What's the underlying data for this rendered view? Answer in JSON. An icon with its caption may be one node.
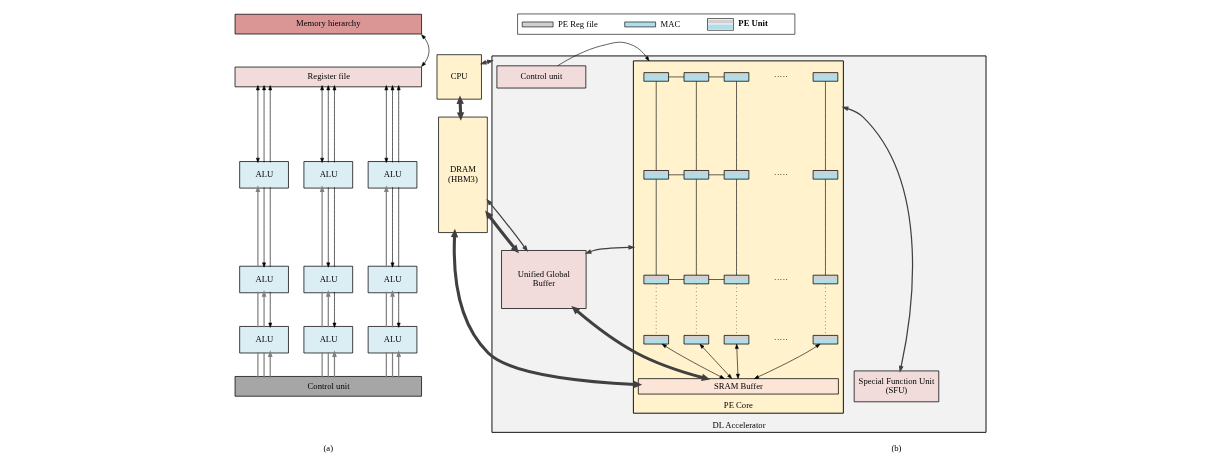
{
  "diagram": {
    "nodes": [
      {
        "text": [
          "Memory hierarchy"
        ]
      },
      {
        "text": [
          "Register file"
        ]
      },
      {
        "text": [
          "ALU"
        ]
      },
      {
        "text": [
          "ALU"
        ]
      },
      {
        "text": [
          "ALU"
        ]
      },
      {
        "text": [
          "ALU"
        ]
      },
      {
        "text": [
          "ALU"
        ]
      },
      {
        "text": [
          "ALU"
        ]
      },
      {
        "text": [
          "ALU"
        ]
      },
      {
        "text": [
          "ALU"
        ]
      },
      {
        "text": [
          "ALU"
        ]
      },
      {
        "text": [
          "Control unit"
        ]
      },
      {
        "text": [
          "CPU"
        ]
      },
      {
        "text": [
          "DRAM (HBM3)"
        ]
      },
      {
        "text": [
          "DL Accelerator"
        ]
      },
      {
        "text": [
          "Control unit"
        ],
        "in": 14
      },
      {
        "text": [
          "Unified Global Buffer"
        ],
        "in": 14
      },
      {
        "text": [
          "Special Function Unit (SFU)"
        ],
        "in": 14
      },
      {
        "text": [
          "PE Core"
        ],
        "in": 14
      },
      {
        "text": [],
        "shape": "box",
        "in": 18
      },
      {
        "text": [],
        "shape": "box",
        "in": 18
      },
      {
        "text": [],
        "shape": "box",
        "in": 18
      },
      {
        "text": [],
        "shape": "box",
        "in": 18
      },
      {
        "text": [],
        "shape": "box",
        "in": 18
      },
      {
        "text": [],
        "shape": "box",
        "in": 18
      },
      {
        "text": [],
        "shape": "box",
        "in": 18
      },
      {
        "text": [],
        "shape": "box",
        "in": 18
      },
      {
        "text": [],
        "shape": "box",
        "in": 18
      },
      {
        "text": [],
        "shape": "box",
        "in": 18
      },
      {
        "text": [],
        "shape": "box",
        "in": 18
      },
      {
        "text": [],
        "shape": "box",
        "in": 18
      },
      {
        "text": [],
        "shape": "box",
        "in": 18
      },
      {
        "text": [],
        "shape": "box",
        "in": 18
      },
      {
        "text": [],
        "shape": "box",
        "in": 18
      },
      {
        "text": [],
        "shape": "box",
        "in": 18
      },
      {
        "text": [
          "SRAM Buffer"
        ],
        "in": 18
      }
    ],
    "edges": [
      {
        "from": 0,
        "to": 1,
        "arrow": "both"
      },
      {
        "from": 2,
        "to": 1,
        "arrow": "both"
      },
      {
        "from": 2,
        "to": 1,
        "arrow": "to"
      },
      {
        "from": 2,
        "to": 1,
        "arrow": "to"
      },
      {
        "from": 5,
        "to": 2,
        "arrow": "to",
        "color": "#808080"
      },
      {
        "from": 2,
        "to": 5,
        "arrow": "to"
      },
      {
        "from": 2,
        "to": 5,
        "arrow": "none"
      },
      {
        "from": 5,
        "to": 8,
        "arrow": "none",
        "color": "#808080"
      },
      {
        "from": 8,
        "to": 5,
        "arrow": "to",
        "color": "#808080"
      },
      {
        "from": 5,
        "to": 8,
        "arrow": "to"
      },
      {
        "from": 11,
        "to": 8,
        "arrow": "none",
        "color": "#808080"
      },
      {
        "from": 11,
        "to": 8,
        "arrow": "none",
        "color": "#808080"
      },
      {
        "from": 11,
        "to": 8,
        "arrow": "to",
        "color": "#808080"
      },
      {
        "from": 3,
        "to": 1,
        "arrow": "both"
      },
      {
        "from": 3,
        "to": 1,
        "arrow": "to"
      },
      {
        "from": 3,
        "to": 1,
        "arrow": "to"
      },
      {
        "from": 6,
        "to": 3,
        "arrow": "to",
        "color": "#808080"
      },
      {
        "from": 3,
        "to": 6,
        "arrow": "to"
      },
      {
        "from": 3,
        "to": 6,
        "arrow": "none"
      },
      {
        "from": 6,
        "to": 9,
        "arrow": "none",
        "color": "#808080"
      },
      {
        "from": 9,
        "to": 6,
        "arrow": "to",
        "color": "#808080"
      },
      {
        "from": 6,
        "to": 9,
        "arrow": "to"
      },
      {
        "from": 11,
        "to": 9,
        "arrow": "none",
        "color": "#808080"
      },
      {
        "from": 11,
        "to": 9,
        "arrow": "none",
        "color": "#808080"
      },
      {
        "from": 11,
        "to": 9,
        "arrow": "to",
        "color": "#808080"
      },
      {
        "from": 4,
        "to": 1,
        "arrow": "both"
      },
      {
        "from": 4,
        "to": 1,
        "arrow": "to"
      },
      {
        "from": 4,
        "to": 1,
        "arrow": "to"
      },
      {
        "from": 7,
        "to": 4,
        "arrow": "to",
        "color": "#808080"
      },
      {
        "from": 4,
        "to": 7,
        "arrow": "to"
      },
      {
        "from": 4,
        "to": 7,
        "arrow": "none"
      },
      {
        "from": 7,
        "to": 10,
        "arrow": "none",
        "color": "#808080"
      },
      {
        "from": 10,
        "to": 7,
        "arrow": "to",
        "color": "#808080"
      },
      {
        "from": 7,
        "to": 10,
        "arrow": "to"
      },
      {
        "from": 11,
        "to": 10,
        "arrow": "none",
        "color": "#808080"
      },
      {
        "from": 11,
        "to": 10,
        "arrow": "none",
        "color": "#808080"
      },
      {
        "from": 11,
        "to": 10,
        "arrow": "to",
        "color": "#808080"
      },
      {
        "from": 12,
        "to": 14,
        "arrow": "both",
        "color": "#404040"
      },
      {
        "from": 12,
        "to": 13,
        "arrow": "both",
        "style": "thick",
        "color": "#404040"
      },
      {
        "from": 13,
        "to": 16,
        "arrow": "both",
        "color": "#404040"
      },
      {
        "from": 15,
        "to": 18,
        "arrow": "to"
      },
      {
        "from": 16,
        "to": 18,
        "arrow": "both",
        "color": "#404040"
      },
      {
        "from": 17,
        "to": 18,
        "arrow": "both",
        "color": "#404040"
      },
      {
        "from": 13,
        "to": 35,
        "arrow": "both",
        "style": "thick",
        "color": "#404040"
      },
      {
        "from": 16,
        "to": 13,
        "arrow": "both",
        "style": "thick",
        "color": "#404040"
      },
      {
        "from": 16,
        "to": 35,
        "arrow": "both",
        "style": "thick",
        "color": "#404040"
      },
      {
        "from": 19,
        "to": 20,
        "arrow": "none"
      },
      {
        "from": 20,
        "to": 21,
        "arrow": "none"
      },
      {
        "from": 23,
        "to": 24,
        "arrow": "none"
      },
      {
        "from": 24,
        "to": 25,
        "arrow": "none"
      },
      {
        "from": 27,
        "to": 28,
        "arrow": "none"
      },
      {
        "from": 28,
        "to": 29,
        "arrow": "none"
      },
      {
        "from": 19,
        "to": 23,
        "arrow": "none"
      },
      {
        "from": 20,
        "to": 24,
        "arrow": "none"
      },
      {
        "from": 21,
        "to": 25,
        "arrow": "none"
      },
      {
        "from": 22,
        "to": 26,
        "arrow": "none"
      },
      {
        "from": 23,
        "to": 27,
        "arrow": "none"
      },
      {
        "from": 24,
        "to": 28,
        "arrow": "none"
      },
      {
        "from": 25,
        "to": 29,
        "arrow": "none"
      },
      {
        "from": 26,
        "to": 30,
        "arrow": "none"
      },
      {
        "from": 27,
        "to": 31,
        "arrow": "none",
        "style": "dashed"
      },
      {
        "from": 28,
        "to": 32,
        "arrow": "none",
        "style": "dashed"
      },
      {
        "from": 29,
        "to": 33,
        "arrow": "none",
        "style": "dashed"
      },
      {
        "from": 30,
        "to": 34,
        "arrow": "none",
        "style": "dashed"
      },
      {
        "from": 31,
        "to": 35,
        "arrow": "both"
      },
      {
        "from": 32,
        "to": 35,
        "arrow": "both"
      },
      {
        "from": 33,
        "to": 35,
        "arrow": "both"
      },
      {
        "from": 34,
        "to": 35,
        "arrow": "both"
      }
    ],
    "labels": [
      "·····",
      "·····",
      "·····",
      "·····",
      "(a)",
      "(b)"
    ],
    "legend": [
      {
        "text": "PE Reg file",
        "color": "#d0d0d0"
      },
      {
        "text": "MAC",
        "color": "#b0dde8"
      },
      {
        "text": "PE Unit"
      }
    ]
  }
}
